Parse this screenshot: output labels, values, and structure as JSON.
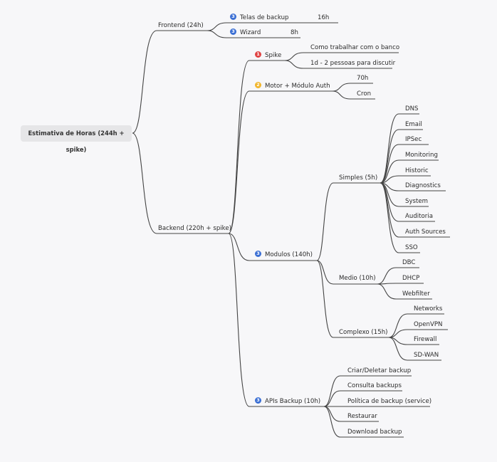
{
  "colors": {
    "blue": "#3b6fd4",
    "red": "#e04444",
    "yellow": "#f1b52a",
    "line": "#444444",
    "root_bg": "#e6e6e8"
  },
  "root": {
    "label": "Estimativa de Horas (244h + spike)"
  },
  "frontend": {
    "label": "Frontend (24h)",
    "telas": {
      "badge": "3",
      "label": "Telas de backup",
      "value": "16h"
    },
    "wizard": {
      "badge": "3",
      "label": "Wizard",
      "value": "8h"
    }
  },
  "backend": {
    "label": "Backend (220h + spike)",
    "spike": {
      "badge": "1",
      "label": "Spike",
      "children": [
        "Como trabalhar com o banco",
        "1d - 2 pessoas para discutir"
      ]
    },
    "motor": {
      "badge": "2",
      "label": "Motor + Módulo Auth",
      "children": [
        "70h",
        "Cron"
      ]
    },
    "modulos": {
      "badge": "3",
      "label": "Modulos (140h)",
      "simples": {
        "label": "Simples (5h)",
        "children": [
          "DNS",
          "Email",
          "IPSec",
          "Monitoring",
          "Historic",
          "Diagnostics",
          "System",
          "Auditoria",
          "Auth Sources",
          "SSO"
        ]
      },
      "medio": {
        "label": "Medio (10h)",
        "children": [
          "DBC",
          "DHCP",
          "Webfilter"
        ]
      },
      "complexo": {
        "label": "Complexo (15h)",
        "children": [
          "Networks",
          "OpenVPN",
          "Firewall",
          "SD-WAN"
        ]
      }
    },
    "apis": {
      "badge": "3",
      "label": "APIs Backup (10h)",
      "children": [
        "Criar/Deletar backup",
        "Consulta backups",
        "Política de backup (service)",
        "Restaurar",
        "Download backup"
      ]
    }
  }
}
